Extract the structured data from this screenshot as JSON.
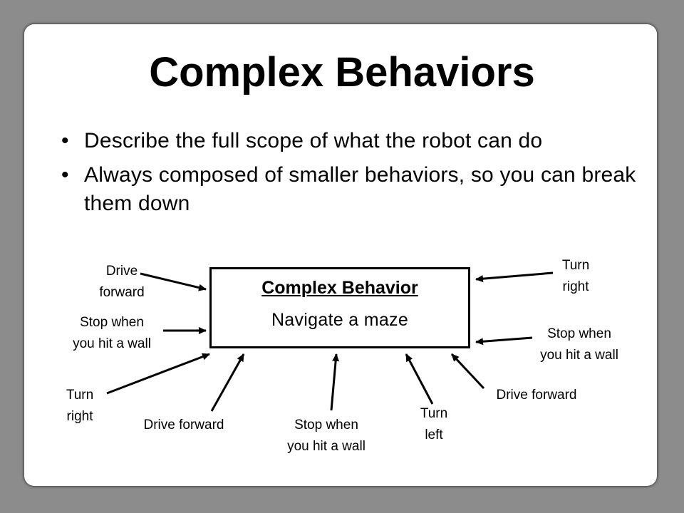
{
  "slide": {
    "title": "Complex Behaviors",
    "bullets": [
      "Describe the full scope of what the robot can do",
      "Always composed of smaller behaviors, so you can break them down"
    ]
  },
  "diagram": {
    "center": {
      "title": "Complex Behavior",
      "subtitle": "Navigate a maze"
    },
    "labels": {
      "drive_forward_left": "Drive\nforward",
      "stop_wall_left": "Stop when\nyou hit a wall",
      "turn_right_left": "Turn\nright",
      "drive_forward_bottom": "Drive forward",
      "stop_wall_bottom": "Stop when\nyou hit a wall",
      "turn_left_bottom": "Turn\nleft",
      "drive_forward_right": "Drive forward",
      "turn_right_right": "Turn\nright",
      "stop_wall_right": "Stop when\nyou hit a wall"
    }
  }
}
